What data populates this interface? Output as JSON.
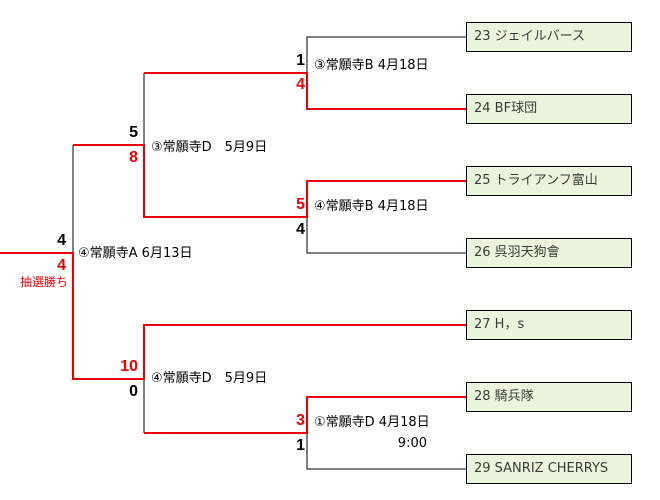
{
  "colors": {
    "winner_line": "#ee0000",
    "loser_line": "#000000",
    "team_box_fill": "#eaf6db",
    "team_box_border": "#000000",
    "team_box_text": "#3a3a3a",
    "background": "#ffffff"
  },
  "teams": [
    {
      "name": "23 ジェイルバース"
    },
    {
      "name": "24 BF球団"
    },
    {
      "name": "25 トライアンフ富山"
    },
    {
      "name": "26 呉羽天狗會"
    },
    {
      "name": "27 H，s"
    },
    {
      "name": "28 騎兵隊"
    },
    {
      "name": "29 SANRIZ CHERRYS"
    }
  ],
  "matches": {
    "r1_top": {
      "label": "③常願寺B 4月18日",
      "score_top": "1",
      "score_bottom": "4",
      "winner": "bottom"
    },
    "r1_mid": {
      "label": "④常願寺B 4月18日",
      "score_top": "5",
      "score_bottom": "4",
      "winner": "top"
    },
    "r1_bottom": {
      "label": "①常願寺D 4月18日",
      "time": "9:00",
      "score_top": "3",
      "score_bottom": "1",
      "winner": "top"
    },
    "semi_top": {
      "label": "③常願寺D　5月9日",
      "score_top": "5",
      "score_bottom": "8",
      "winner": "bottom"
    },
    "semi_bottom": {
      "label": "④常願寺D　5月9日",
      "score_top": "10",
      "score_bottom": "0",
      "winner": "top"
    },
    "final": {
      "label": "④常願寺A 6月13日",
      "score_top": "4",
      "score_bottom": "4",
      "winner": "bottom",
      "note": "抽選勝ち"
    }
  }
}
